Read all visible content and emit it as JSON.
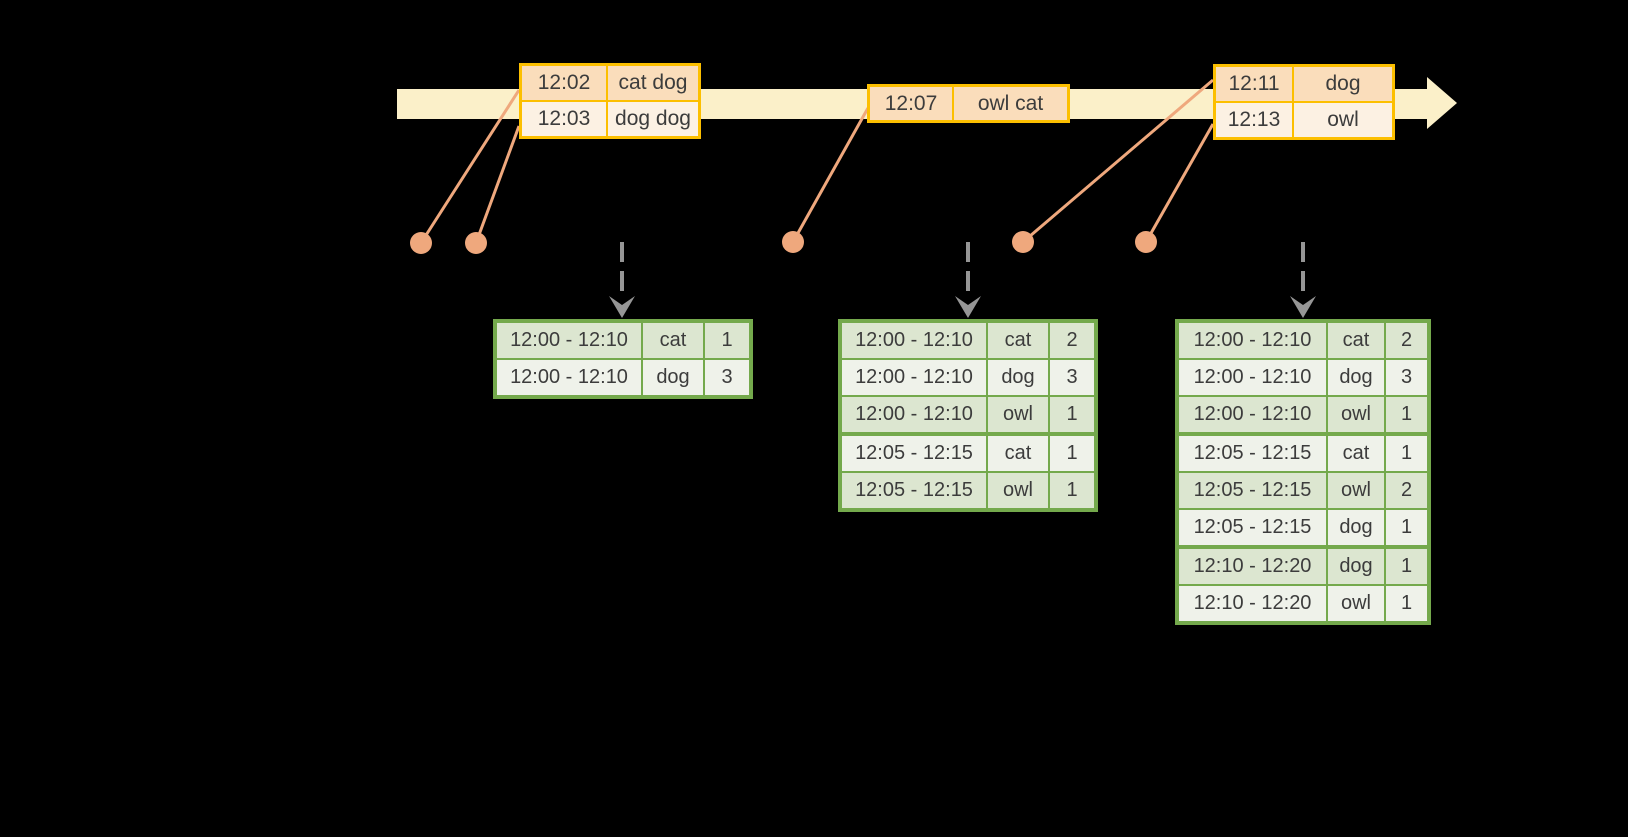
{
  "colors": {
    "background": "#000000",
    "timeline_band": "#FBF0C9",
    "input_table_border": "#FCBF00",
    "input_row_dark": "#FADDBB",
    "input_row_light": "#FCF1E3",
    "connector_and_dots": "#EFA87D",
    "trigger_arrow": "#969696",
    "result_table_border": "#74A94C",
    "result_row_dark": "#DCE6D0",
    "result_row_light": "#EFF2EA",
    "text": "#3C3C3C"
  },
  "icons": {
    "timeline_arrowhead": "right-arrow-icon",
    "trigger_arrow": "dashed-down-arrow-icon",
    "event_dot": "circle-marker-icon"
  },
  "input_tables": [
    {
      "rows": [
        {
          "time": "12:02",
          "words": "cat dog"
        },
        {
          "time": "12:03",
          "words": "dog dog"
        }
      ]
    },
    {
      "rows": [
        {
          "time": "12:07",
          "words": "owl cat"
        }
      ]
    },
    {
      "rows": [
        {
          "time": "12:11",
          "words": "dog"
        },
        {
          "time": "12:13",
          "words": "owl"
        }
      ]
    }
  ],
  "result_tables": [
    {
      "rows": [
        {
          "window": "12:00 - 12:10",
          "word": "cat",
          "count": 1
        },
        {
          "window": "12:00 - 12:10",
          "word": "dog",
          "count": 3
        }
      ]
    },
    {
      "rows": [
        {
          "window": "12:00 - 12:10",
          "word": "cat",
          "count": 2
        },
        {
          "window": "12:00 - 12:10",
          "word": "dog",
          "count": 3
        },
        {
          "window": "12:00 - 12:10",
          "word": "owl",
          "count": 1
        },
        {
          "window": "12:05 - 12:15",
          "word": "cat",
          "count": 1
        },
        {
          "window": "12:05 - 12:15",
          "word": "owl",
          "count": 1
        }
      ]
    },
    {
      "rows": [
        {
          "window": "12:00 - 12:10",
          "word": "cat",
          "count": 2
        },
        {
          "window": "12:00 - 12:10",
          "word": "dog",
          "count": 3
        },
        {
          "window": "12:00 - 12:10",
          "word": "owl",
          "count": 1
        },
        {
          "window": "12:05 - 12:15",
          "word": "cat",
          "count": 1
        },
        {
          "window": "12:05 - 12:15",
          "word": "owl",
          "count": 2
        },
        {
          "window": "12:05 - 12:15",
          "word": "dog",
          "count": 1
        },
        {
          "window": "12:10 - 12:20",
          "word": "dog",
          "count": 1
        },
        {
          "window": "12:10 - 12:20",
          "word": "owl",
          "count": 1
        }
      ]
    }
  ]
}
